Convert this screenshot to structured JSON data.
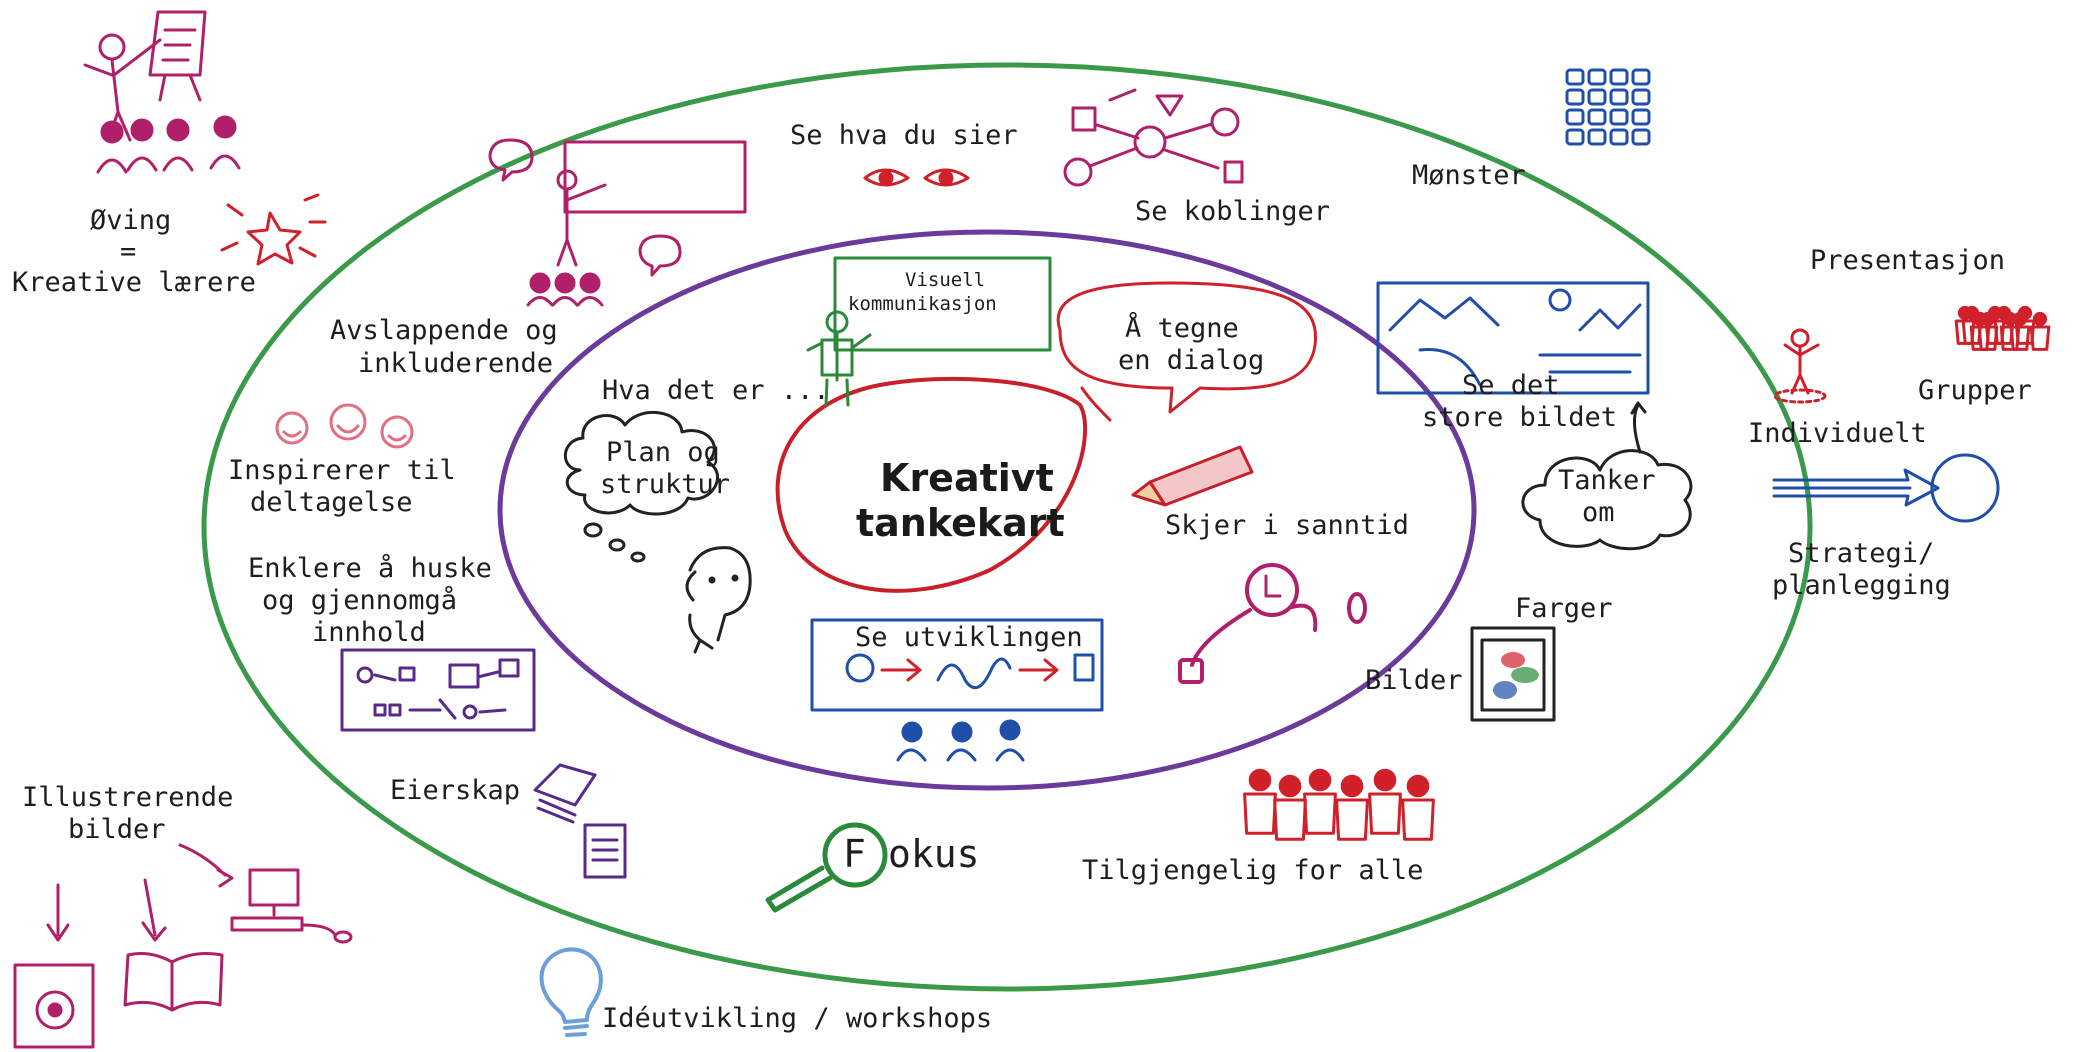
{
  "center": {
    "title_line1": "Kreativt",
    "title_line2": "tankekart"
  },
  "labels": {
    "se_hva_du_sier": "Se hva du sier",
    "se_koblinger": "Se koblinger",
    "monster": "Mønster",
    "visuell_line1": "Visuell",
    "visuell_line2": "kommunikasjon",
    "tegne_dialog_line1": "Å tegne",
    "tegne_dialog_line2": "en dialog",
    "hva_det_er": "Hva det er ...",
    "plan_line1": "Plan og",
    "plan_line2": "struktur",
    "skjer_i_sanntid": "Skjer i sanntid",
    "se_utviklingen": "Se utviklingen",
    "se_det_store_line1": "Se det",
    "se_det_store_line2": "store bildet",
    "tanker_om_line1": "Tanker",
    "tanker_om_line2": "om",
    "avslappende_line1": "Avslappende og",
    "avslappende_line2": "inkluderende",
    "inspirerer_line1": "Inspirerer til",
    "inspirerer_line2": "deltagelse",
    "enklere_line1": "Enklere å huske",
    "enklere_line2": "og gjennomgå",
    "enklere_line3": "innhold",
    "eierskap": "Eierskap",
    "fokus_letter": "F",
    "fokus_rest": "okus",
    "tilgjengelig": "Tilgjengelig for alle",
    "farger": "Farger",
    "bilder": "Bilder",
    "oving_line1": "Øving",
    "oving_line2": "=",
    "oving_line3": "Kreative lærere",
    "presentasjon": "Presentasjon",
    "grupper": "Grupper",
    "individuelt": "Individuelt",
    "strategi_line1": "Strategi/",
    "strategi_line2": "planlegging",
    "illustrerende_line1": "Illustrerende",
    "illustrerende_line2": "bilder",
    "ideutvikling": "Idéutvikling / workshops"
  },
  "colors": {
    "outer_ring": "#3a9a4a",
    "inner_ring": "#6b3a9a",
    "center_ring": "#c8202a",
    "magenta": "#b0206a",
    "blue": "#1f4fa8",
    "red": "#d0202a",
    "green": "#2a8a3a",
    "purple": "#5a2a8a",
    "teal": "#2a8a6a",
    "pink": "#e07080",
    "bulb": "#6aa0d8"
  }
}
